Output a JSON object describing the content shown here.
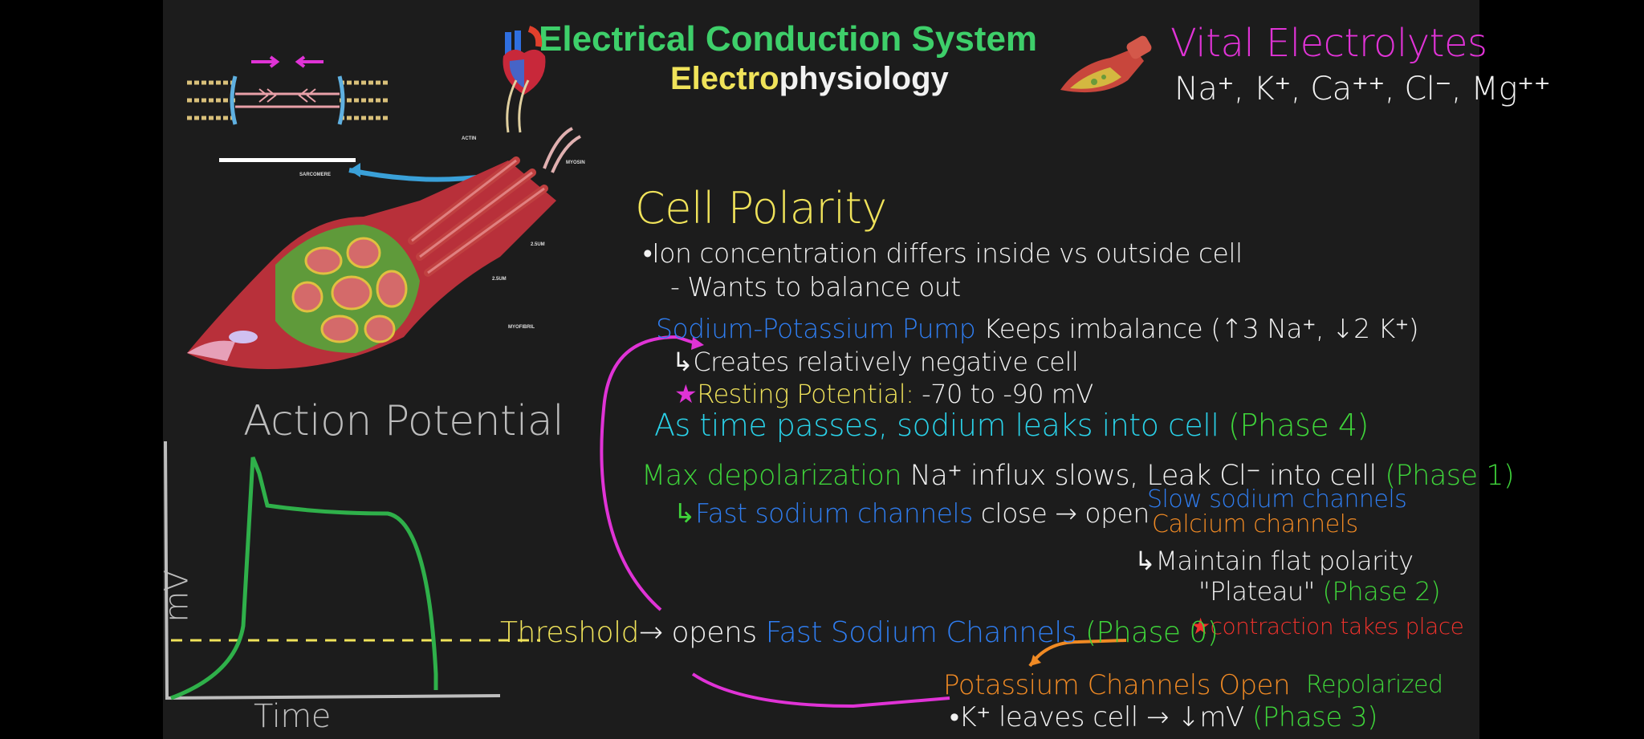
{
  "header": {
    "title": "Electrical Conduction System",
    "subtitle_part1": "Electro",
    "subtitle_part2": "physiology"
  },
  "electrolytes": {
    "heading": "Vital Electrolytes",
    "list": "Na⁺, K⁺, Ca⁺⁺, Cl⁻, Mg⁺⁺"
  },
  "illustration": {
    "actin": "ACTIN",
    "myosin": "MYOSIN",
    "sarcomere": "SARCOMERE",
    "label_a": "2.5UM",
    "label_b": "2.5UM",
    "myofibril": "MYOFIBRIL"
  },
  "action_potential": {
    "title": "Action Potential",
    "ylabel": "mV",
    "xlabel": "Time"
  },
  "notes": {
    "cell_polarity": "Cell Polarity",
    "ion_line": "•Ion concentration differs inside vs outside cell",
    "wants_line": "- Wants to balance out",
    "pump": "Sodium-Potassium Pump",
    "pump_rest": "Keeps imbalance (↑3 Na⁺, ↓2 K⁺)",
    "creates": "↳Creates relatively negative cell",
    "star1": "★",
    "resting": "Resting Potential:",
    "resting_value": "-70 to -90 mV",
    "as_time": "As time passes, sodium leaks into cell",
    "phase4": "(Phase 4)",
    "max_dep": "Max depolarization",
    "max_dep_rest": "Na⁺ influx slows, Leak Cl⁻ into cell",
    "phase1": "(Phase 1)",
    "fast_arrow": "↳",
    "fast_close": "Fast sodium channels",
    "close_open": "close → open",
    "slow_sodium": "Slow sodium channels",
    "calcium": "Calcium channels",
    "maintain": "↳Maintain flat polarity",
    "plateau": "\"Plateau\"",
    "phase2": "(Phase 2)",
    "star2": "★",
    "contraction": "contraction takes place",
    "threshold": "Threshold",
    "opens": "→ opens",
    "fast_channels": "Fast Sodium Channels",
    "phase0": "(Phase 0)",
    "potassium": "Potassium Channels Open",
    "repolarized": "Repolarized",
    "k_leaves": "•K⁺ leaves cell → ↓mV",
    "phase3": "(Phase 3)"
  },
  "colors": {
    "background": "#1c1c1c",
    "green": "#3fd43a",
    "blue": "#2f7df0",
    "magenta": "#e033d6",
    "orange": "#f08a24",
    "yellow": "#f0e35a"
  }
}
